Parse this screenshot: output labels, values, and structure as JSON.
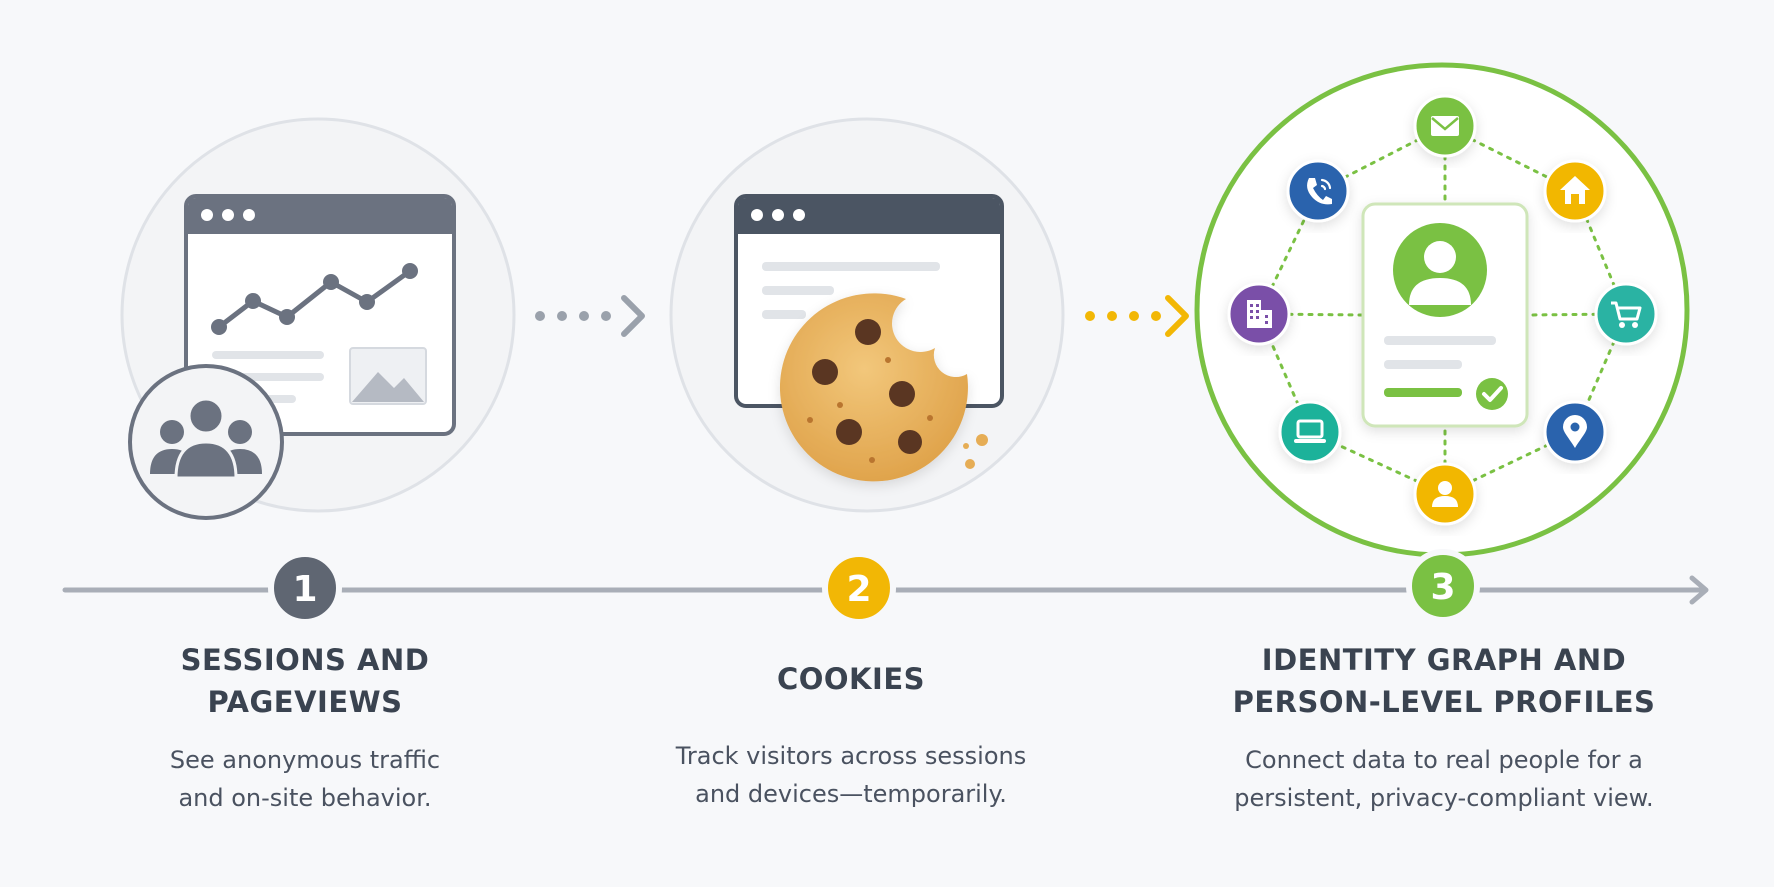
{
  "stages": [
    {
      "number": "1",
      "title_lines": [
        "SESSIONS AND",
        "PAGEVIEWS"
      ],
      "desc_lines": [
        "See anonymous traffic",
        "and on-site behavior."
      ],
      "color": "#5f6672"
    },
    {
      "number": "2",
      "title_lines": [
        "COOKIES"
      ],
      "desc_lines": [
        "Track visitors across sessions",
        "and devices—temporarily."
      ],
      "color": "#f2b705"
    },
    {
      "number": "3",
      "title_lines": [
        "IDENTITY GRAPH AND",
        "PERSON-LEVEL PROFILES"
      ],
      "desc_lines": [
        "Connect data to real people for a",
        "persistent, privacy-compliant view."
      ],
      "color": "#7ac143"
    }
  ],
  "identity_nodes": [
    {
      "icon": "envelope-icon",
      "color": "#7ac143"
    },
    {
      "icon": "home-icon",
      "color": "#f2b705"
    },
    {
      "icon": "cart-icon",
      "color": "#2bb3a3"
    },
    {
      "icon": "location-pin-icon",
      "color": "#2a64ad"
    },
    {
      "icon": "user-icon",
      "color": "#f2b705"
    },
    {
      "icon": "laptop-icon",
      "color": "#1fb29a"
    },
    {
      "icon": "building-icon",
      "color": "#7a4fa8"
    },
    {
      "icon": "phone-icon",
      "color": "#2a64ad"
    }
  ],
  "colors": {
    "gray": "#5f6672",
    "yellow": "#f2b705",
    "green": "#7ac143",
    "timeline": "#a9aeb7"
  }
}
